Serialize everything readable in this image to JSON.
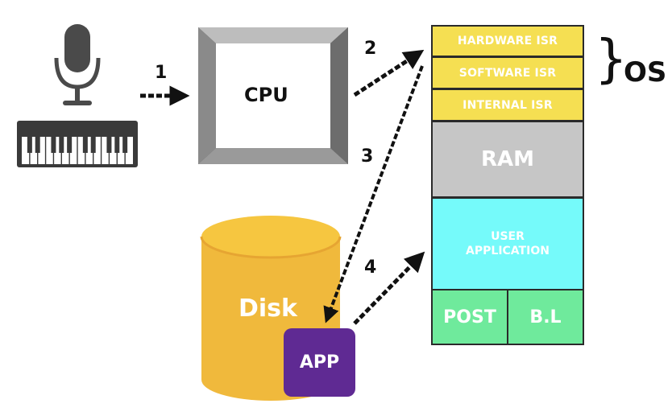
{
  "cpu": {
    "label": "CPU"
  },
  "disk": {
    "label": "Disk"
  },
  "app": {
    "label": "APP"
  },
  "arrows": {
    "a1": "1",
    "a2": "2",
    "a3": "3",
    "a4": "4"
  },
  "memory_map": {
    "hardware_isr": "HARDWARE ISR",
    "software_isr": "SOFTWARE ISR",
    "internal_isr": "INTERNAL ISR",
    "ram": "RAM",
    "user_application_line1": "USER",
    "user_application_line2": "APPLICATION",
    "post": "POST",
    "bootloader": "B.L"
  },
  "os_group": {
    "label": "OS"
  },
  "colors": {
    "isr": "#f5df52",
    "ram": "#c6c6c6",
    "user_application": "#75fafa",
    "boot": "#6fea9c",
    "disk": "#f0b93c",
    "app": "#5f2a93",
    "cpu_frame": "#9a9a9a"
  },
  "icons": [
    "microphone-icon",
    "keyboard-icon"
  ]
}
